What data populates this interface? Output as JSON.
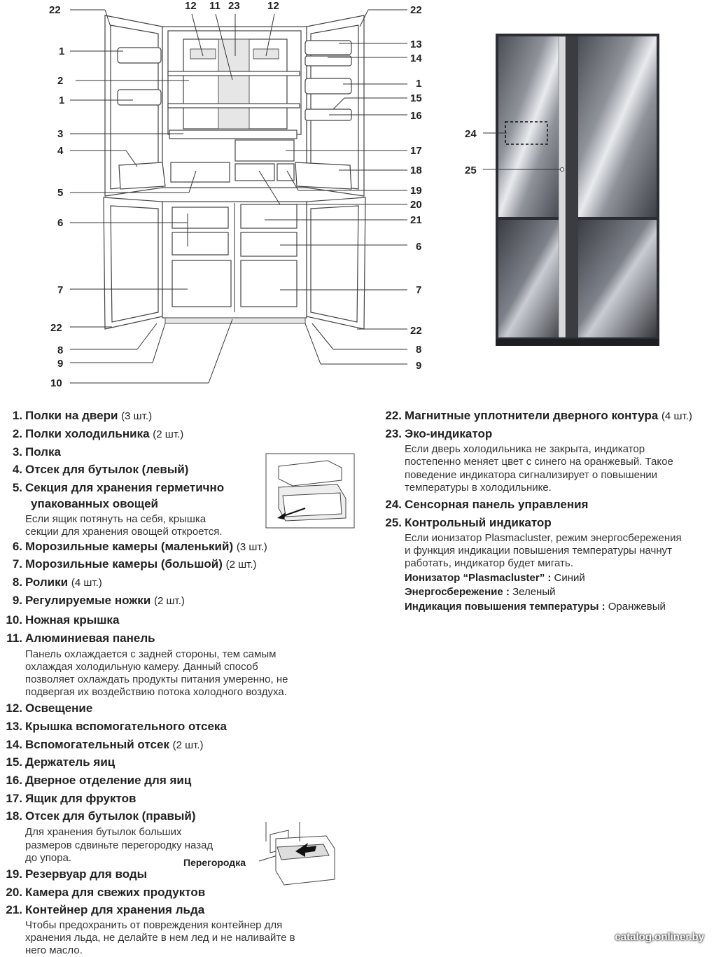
{
  "callouts": {
    "c22a": "22",
    "c12a": "12",
    "c11": "11",
    "c23": "23",
    "c12b": "12",
    "c22b": "22",
    "c1a": "1",
    "c2": "2",
    "c1b": "1",
    "c3": "3",
    "c4": "4",
    "c5": "5",
    "c6a": "6",
    "c7a": "7",
    "c22c": "22",
    "c8a": "8",
    "c9a": "9",
    "c10": "10",
    "c13": "13",
    "c14": "14",
    "c1c": "1",
    "c15": "15",
    "c16": "16",
    "c17": "17",
    "c18": "18",
    "c19": "19",
    "c20": "20",
    "c21": "21",
    "c6b": "6",
    "c7b": "7",
    "c22d": "22",
    "c8b": "8",
    "c9b": "9",
    "c24": "24",
    "c25": "25"
  },
  "partition_label": "Перегородка",
  "legend": {
    "i1": {
      "num": "1.",
      "title": "Полки на двери",
      "qty": "(3 шт.)"
    },
    "i2": {
      "num": "2.",
      "title": "Полки холодильника",
      "qty": "(2 шт.)"
    },
    "i3": {
      "num": "3.",
      "title": "Полка"
    },
    "i4": {
      "num": "4.",
      "title": "Отсек для бутылок (левый)"
    },
    "i5": {
      "num": "5.",
      "title": "Секция для хранения герметично",
      "title2": "упакованных овощей",
      "desc": [
        "Если ящик потянуть на себя, крышка",
        "секции для хранения овощей откроется."
      ]
    },
    "i6": {
      "num": "6.",
      "title": "Морозильные камеры (маленький)",
      "qty": "(3 шт.)"
    },
    "i7": {
      "num": "7.",
      "title": "Морозильные камеры (большой)",
      "qty": "(2 шт.)"
    },
    "i8": {
      "num": "8.",
      "title": "Ролики",
      "qty": "(4 шт.)"
    },
    "i9": {
      "num": "9.",
      "title": "Регулируемые ножки",
      "qty": "(2 шт.)"
    },
    "i10": {
      "num": "10.",
      "title": "Ножная крышка"
    },
    "i11": {
      "num": "11.",
      "title": "Алюминиевая панель",
      "desc": [
        "Панель охлаждается с задней стороны, тем самым",
        "охлаждая холодильную камеру. Данный способ",
        "позволяет охлаждать продукты питания умеренно, не",
        "подвергая их воздействию потока холодного воздуха."
      ]
    },
    "i12": {
      "num": "12.",
      "title": "Освещение"
    },
    "i13": {
      "num": "13.",
      "title": "Крышка вспомогательного отсека"
    },
    "i14": {
      "num": "14.",
      "title": "Вспомогательный отсек",
      "qty": "(2 шт.)"
    },
    "i15": {
      "num": "15.",
      "title": "Держатель яиц"
    },
    "i16": {
      "num": "16.",
      "title": "Дверное отделение для яиц"
    },
    "i17": {
      "num": "17.",
      "title": "Ящик для фруктов"
    },
    "i18": {
      "num": "18.",
      "title": "Отсек для бутылок (правый)",
      "desc": [
        "Для хранения бутылок больших",
        "размеров сдвиньте перегородку назад",
        "до упора."
      ]
    },
    "i19": {
      "num": "19.",
      "title": "Резервуар для воды"
    },
    "i20": {
      "num": "20.",
      "title": "Камера для свежих продуктов"
    },
    "i21": {
      "num": "21.",
      "title": "Контейнер для хранения льда",
      "desc": [
        "Чтобы предохранить от повреждения контейнер для",
        "хранения льда, не делайте в нем лед и не наливайте в",
        "него масло."
      ]
    },
    "i22": {
      "num": "22.",
      "title": "Магнитные уплотнители дверного контура",
      "qty": "(4 шт.)"
    },
    "i23": {
      "num": "23.",
      "title": "Эко-индикатор",
      "desc": [
        "Если дверь холодильника не закрыта, индикатор",
        "постепенно меняет цвет с синего на оранжевый. Такое",
        "поведение индикатора сигнализирует о повышении",
        "температуры в холодильнике."
      ]
    },
    "i24": {
      "num": "24.",
      "title": "Сенсорная панель управления"
    },
    "i25": {
      "num": "25.",
      "title": "Контрольный индикатор",
      "desc": [
        "Если ионизатор Plasmacluster, режим энергосбережения",
        "и функция индикации повышения температуры начнут",
        "работать, индикатор будет мигать."
      ],
      "modes": [
        {
          "k": "Ионизатор “Plasmacluster” :",
          "v": "Синий"
        },
        {
          "k": "Энергосбережение :",
          "v": "Зеленый"
        },
        {
          "k": "Индикация повышения температуры :",
          "v": "Оранжевый"
        }
      ]
    }
  },
  "watermark": "catalog.onliner.by"
}
